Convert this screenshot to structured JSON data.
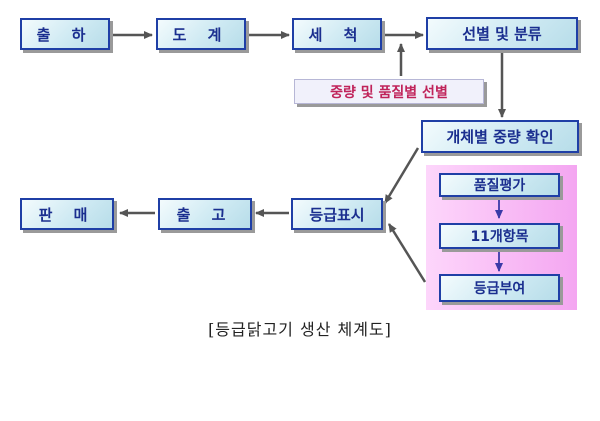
{
  "diagram": {
    "title": "[등급닭고기 생산 체계도]",
    "nodes": {
      "shipment": "출 하",
      "slaughter": "도 계",
      "washing": "세 척",
      "sort_classify": "선별 및 분류",
      "weight_quality": "중량 및 품질별 선별",
      "individual_weight": "개체별 중량 확인",
      "quality_eval": "품질평가",
      "eleven_items": "11개항목",
      "grade_assign": "등급부여",
      "grade_label": "등급표시",
      "release": "출 고",
      "sales": "판 매"
    },
    "colors": {
      "box_border": "#1f3fa6",
      "box_text": "#1a2e8f",
      "note_text": "#c0235a",
      "arrow": "#555555",
      "panel": "#f4a6f1"
    }
  }
}
